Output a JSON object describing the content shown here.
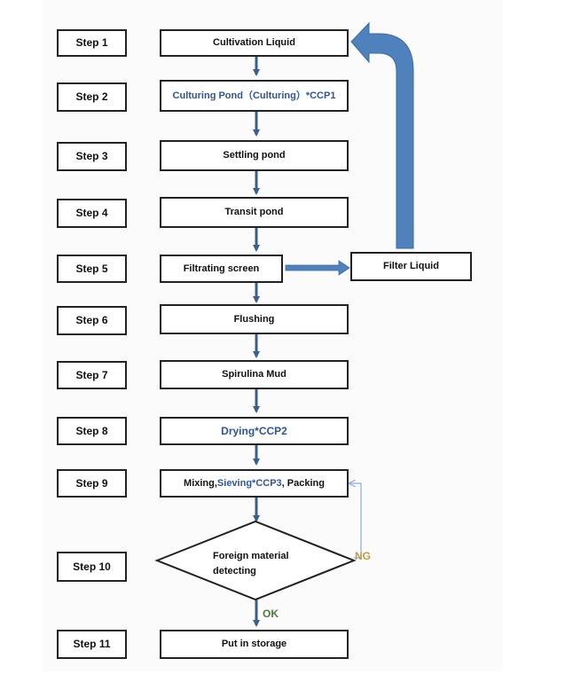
{
  "steps": [
    "Step 1",
    "Step 2",
    "Step 3",
    "Step 4",
    "Step 5",
    "Step 6",
    "Step 7",
    "Step 8",
    "Step 9",
    "Step 10",
    "Step 11"
  ],
  "process": {
    "cultivation": "Cultivation Liquid",
    "culturing": "Culturing Pond（Culturing）*CCP1",
    "settling": "Settling pond",
    "transit": "Transit pond",
    "filtrating": "Filtrating screen",
    "filter_liquid": "Filter Liquid",
    "flushing": "Flushing",
    "spirulina": "Spirulina Mud",
    "drying": "Drying*CCP2",
    "mixing_a": "Mixing, ",
    "mixing_b": "Sieving*CCP3",
    "mixing_c": ", Packing",
    "detect_1": "Foreign material",
    "detect_2": "detecting",
    "storage": "Put in storage"
  },
  "labels": {
    "ng": "NG",
    "ok": "OK"
  },
  "colors": {
    "arrow_blue": "#4f81bd",
    "arrow_dark": "#3a5f8f",
    "ccp_text": "#2f5597",
    "ng": "#c09a3a",
    "ok": "#4f7d3a",
    "feedback_line": "#8faadc"
  }
}
